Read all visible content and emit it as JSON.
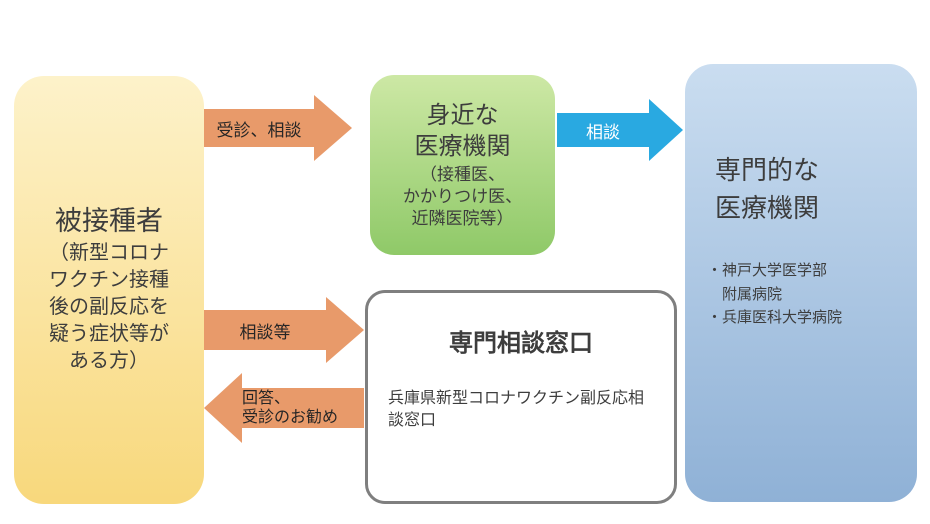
{
  "diagram": {
    "recipient_box": {
      "title": "被接種者",
      "subtitle": "（新型コロナ\nワクチン接種\n後の副反応を\n疑う症状等が\nある方）"
    },
    "nearby_box": {
      "title": "身近な\n医療機関",
      "subtitle": "（接種医、\nかかりつけ医、\n近隣医院等）"
    },
    "specialized_box": {
      "title": "専門的な\n医療機関",
      "items": "・神戸大学医学部\n　附属病院\n・兵庫医科大学病院"
    },
    "consultation_box": {
      "title": "専門相談窓口",
      "subtitle": "兵庫県新型コロナワクチン副反応相談窓口"
    },
    "arrows": {
      "visit_consult": {
        "label": "受診、相談"
      },
      "consult": {
        "label": "相談"
      },
      "consult_etc": {
        "label": "相談等"
      },
      "reply": {
        "label": "回答、\n受診のお勧め"
      }
    },
    "colors": {
      "orange_arrow": "#E89A6A",
      "blue_arrow": "#29A9E1",
      "yellow_box_top": "#FDF2CA",
      "yellow_box_bottom": "#F8D87C",
      "green_box_top": "#CDE8A5",
      "green_box_bottom": "#8FC968",
      "blue_box_top": "#CADDF0",
      "blue_box_bottom": "#8FB1D6"
    }
  }
}
